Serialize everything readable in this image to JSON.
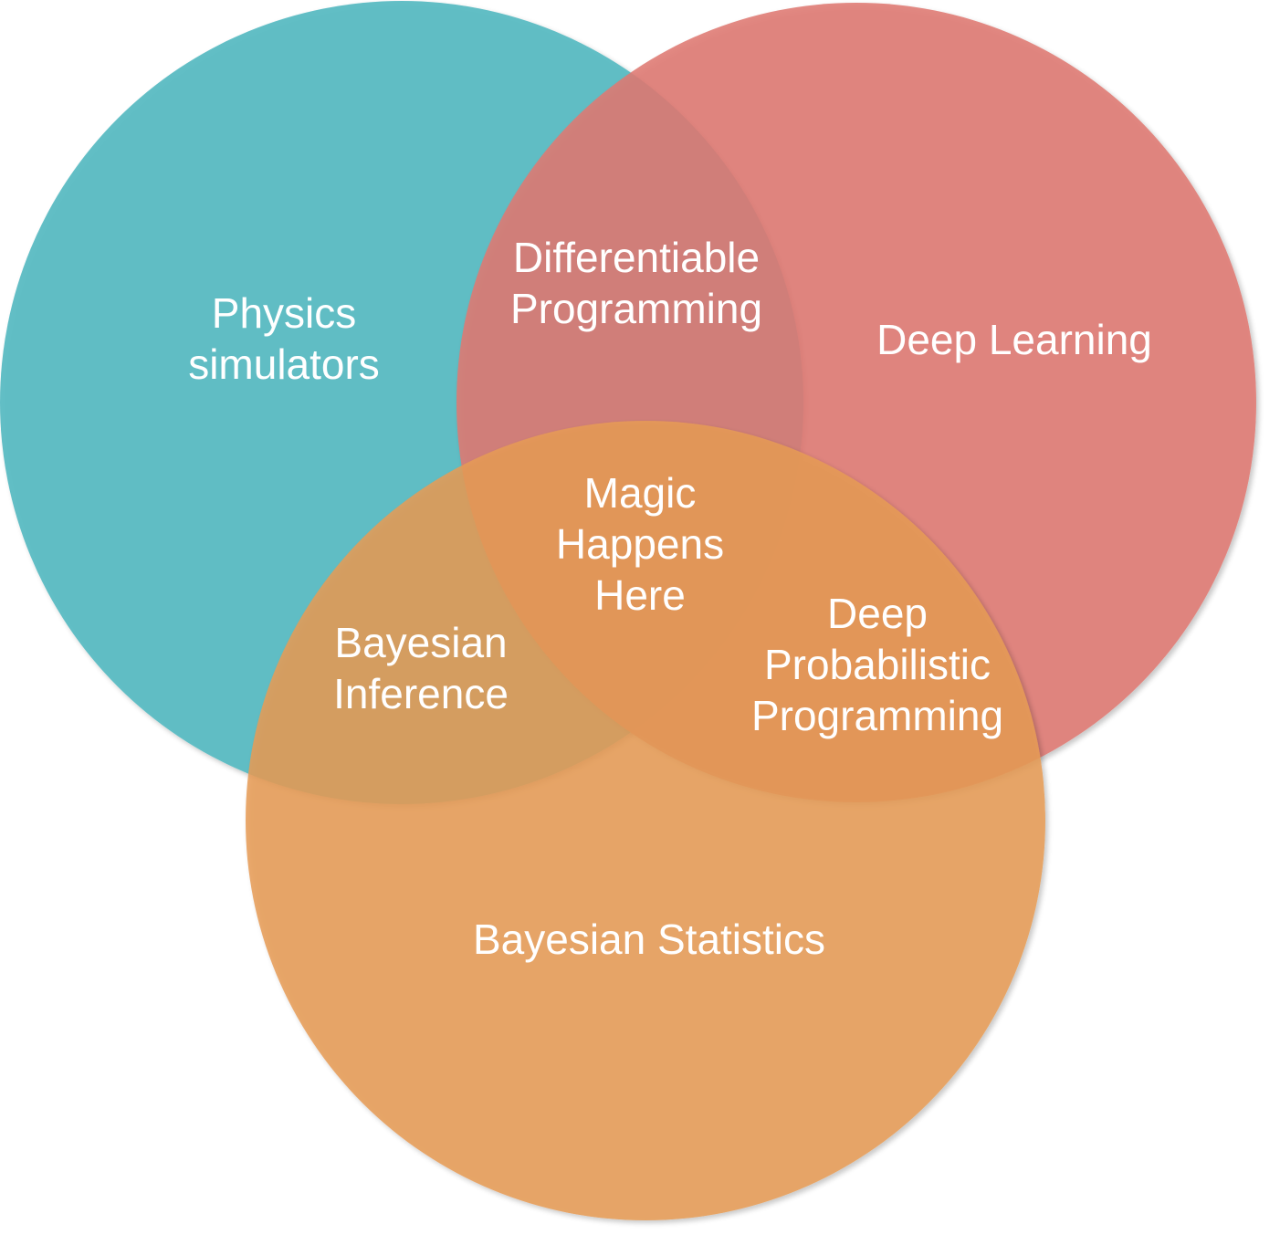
{
  "colors": {
    "physics": "#5bbcc3",
    "deep_learning": "#e3837c",
    "bayesian_statistics": "#e8a465",
    "text": "#ffffff"
  },
  "regions": {
    "physics_simulators": [
      "Physics",
      "simulators"
    ],
    "deep_learning": [
      "Deep Learning"
    ],
    "bayesian_statistics": [
      "Bayesian Statistics"
    ],
    "differentiable_programming": [
      "Differentiable",
      "Programming"
    ],
    "bayesian_inference": [
      "Bayesian",
      "Inference"
    ],
    "deep_probabilistic_programming": [
      "Deep",
      "Probabilistic",
      "Programming"
    ],
    "magic": [
      "Magic",
      "Happens",
      "Here"
    ]
  }
}
